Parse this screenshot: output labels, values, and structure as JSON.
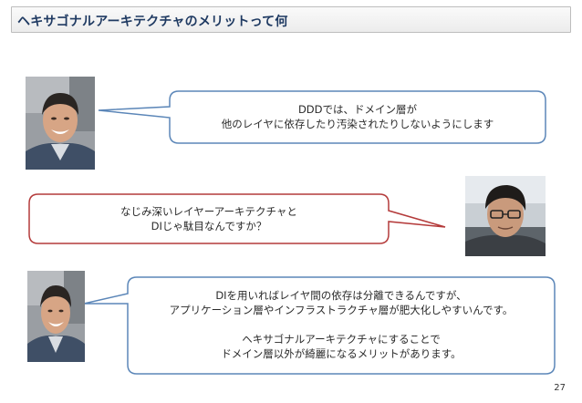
{
  "slide": {
    "title": "ヘキサゴナルアーキテクチャのメリットって何",
    "page_number": "27"
  },
  "dialogue": [
    {
      "speaker": "presenter-smiling",
      "lines": [
        "DDDでは、ドメイン層が",
        "他のレイヤに依存したり汚染されたりしないようにします"
      ],
      "border_color": "#5b86b8"
    },
    {
      "speaker": "listener-glasses",
      "lines": [
        "なじみ深いレイヤーアーキテクチャと",
        "DIじゃ駄目なんですか？"
      ],
      "border_color": "#b43a3a"
    },
    {
      "speaker": "presenter-smiling",
      "lines": [
        "DIを用いればレイヤ間の依存は分離できるんですが、",
        "アプリケーション層やインフラストラクチャ層が肥大化しやすいんです。",
        "",
        "ヘキサゴナルアーキテクチャにすることで",
        "ドメイン層以外が綺麗になるメリットがあります。"
      ],
      "border_color": "#5b86b8"
    }
  ]
}
